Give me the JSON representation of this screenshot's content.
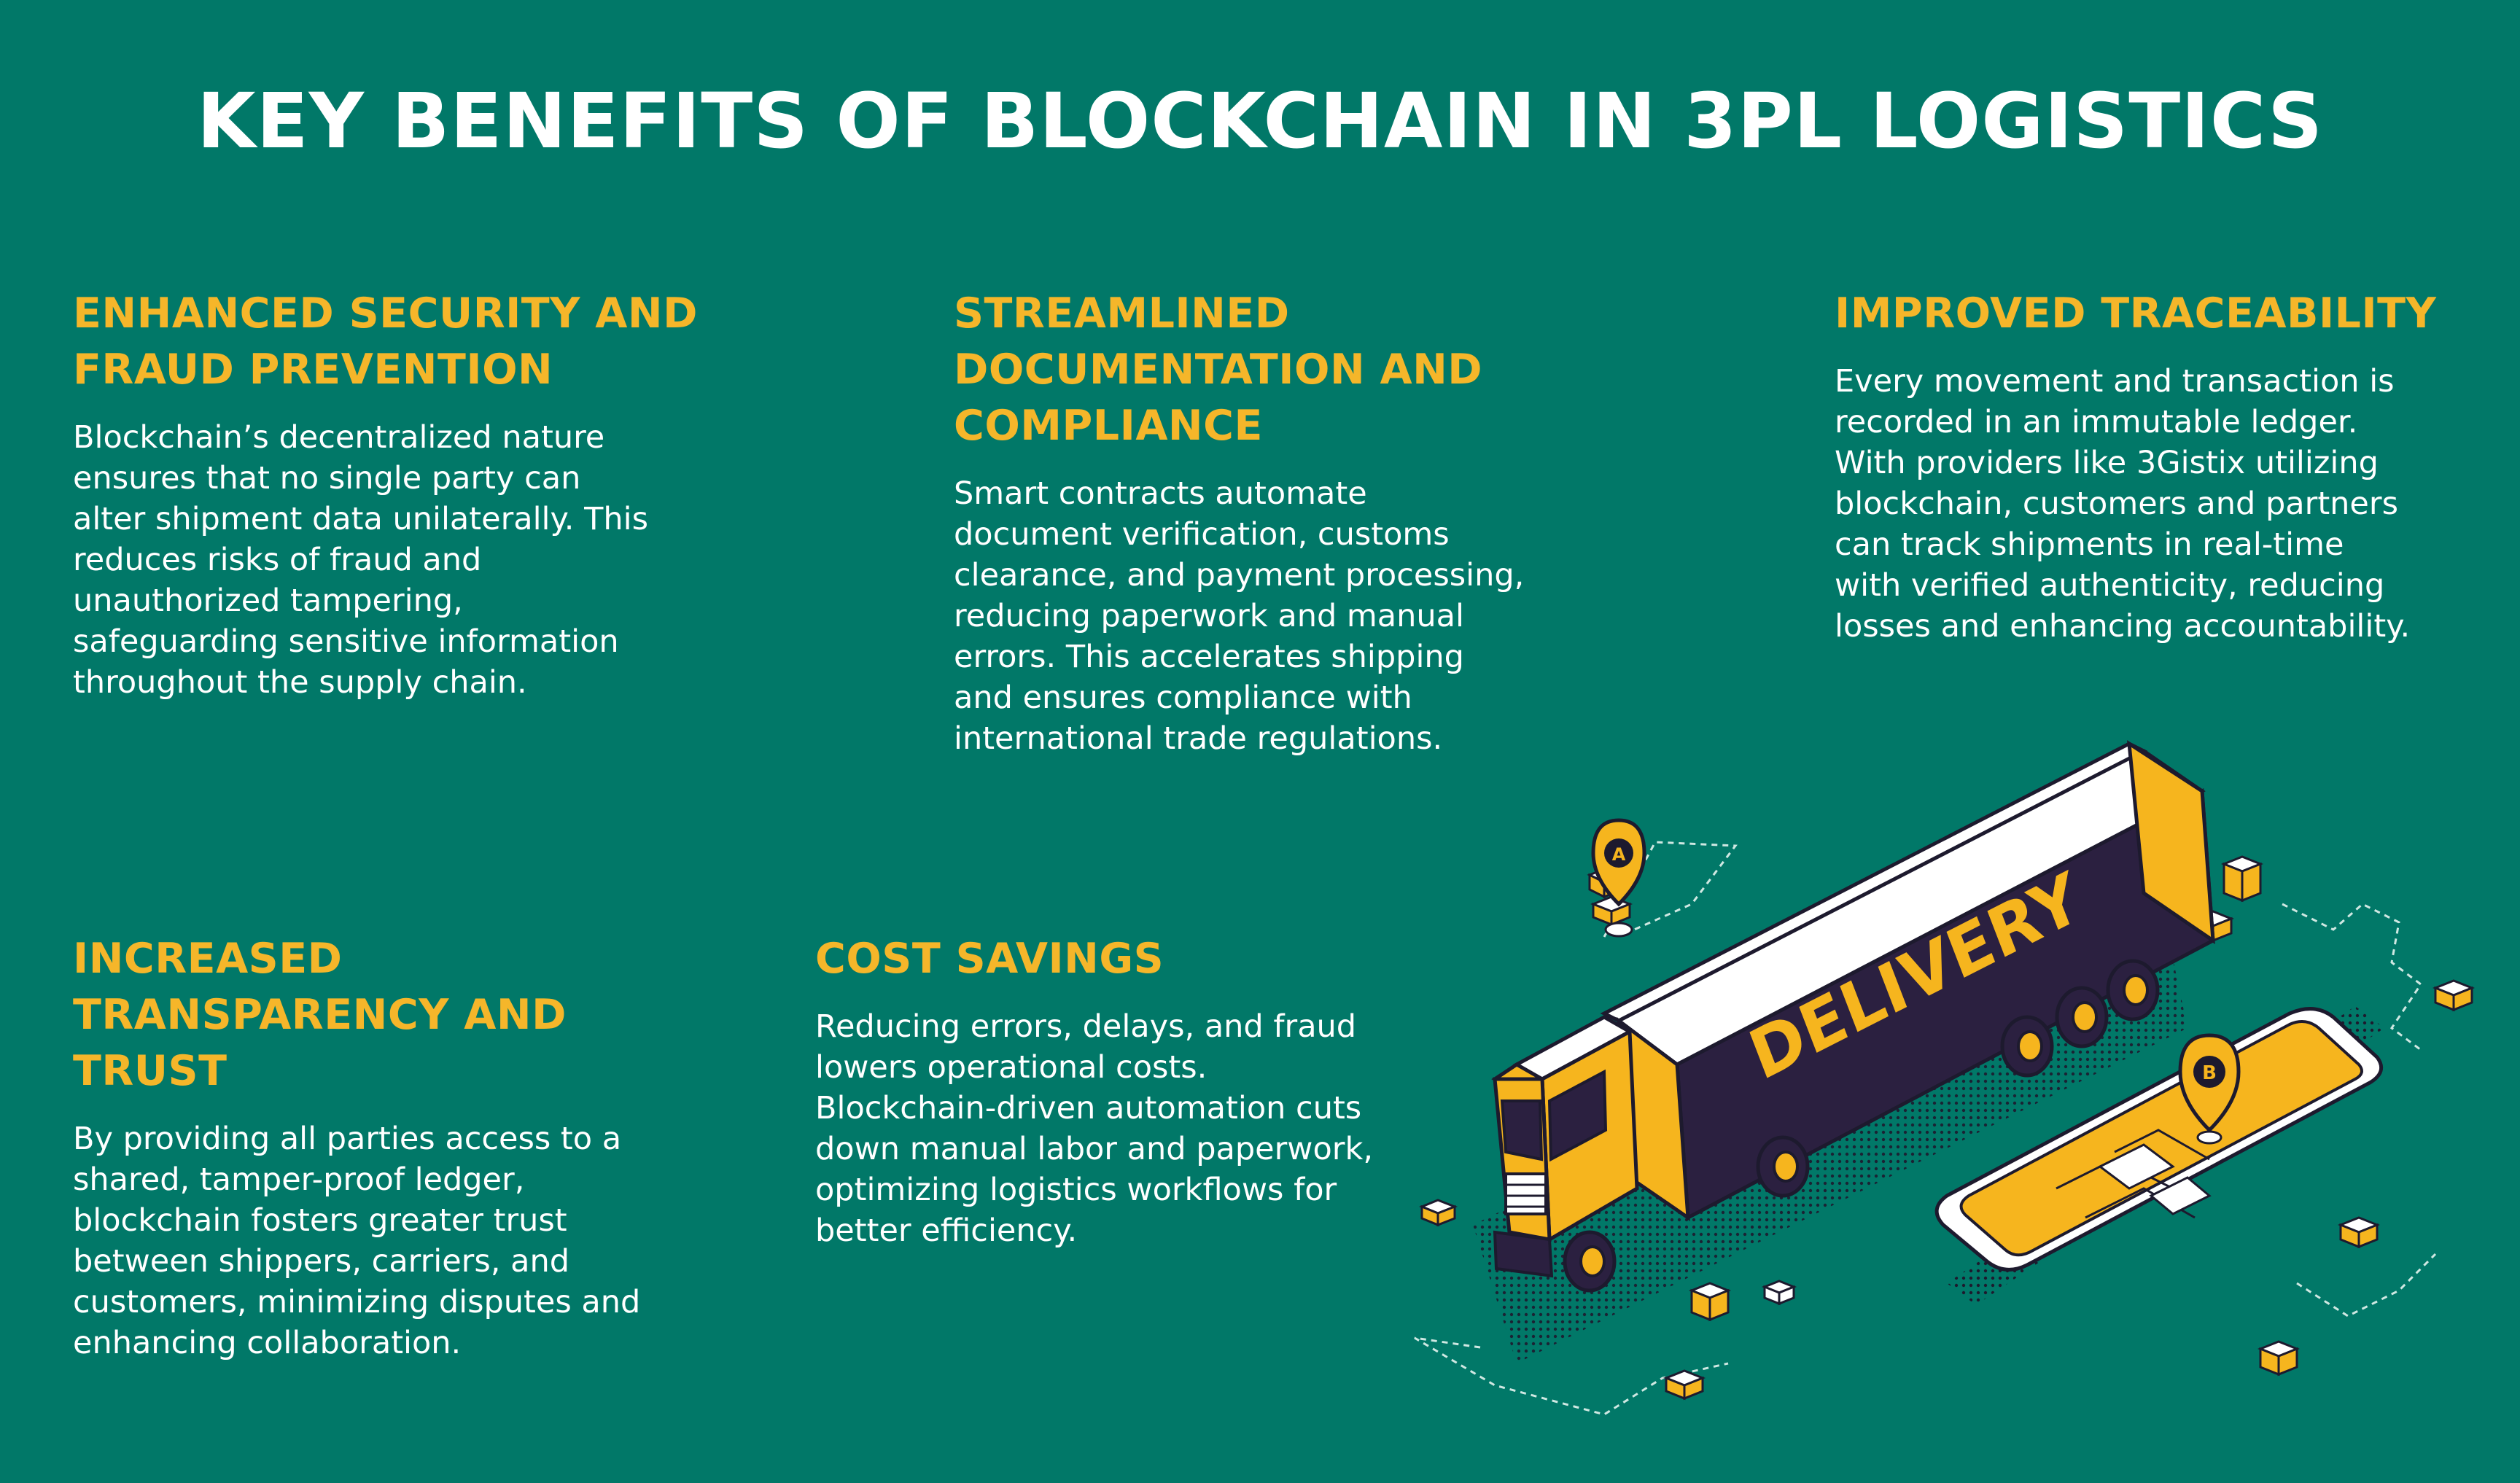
{
  "title": "KEY BENEFITS OF BLOCKCHAIN IN 3PL LOGISTICS",
  "benefits": [
    {
      "heading_lines": [
        "ENHANCED SECURITY AND",
        "FRAUD PREVENTION"
      ],
      "body_lines": [
        "Blockchain’s decentralized nature",
        "ensures that no single party can",
        "alter shipment data unilaterally. This",
        "reduces risks of fraud and",
        "unauthorized tampering,",
        "safeguarding sensitive information",
        "throughout the supply chain."
      ]
    },
    {
      "heading_lines": [
        "STREAMLINED",
        "DOCUMENTATION AND",
        "COMPLIANCE"
      ],
      "body_lines": [
        "Smart contracts automate",
        "document verification, customs",
        "clearance, and payment processing,",
        "reducing paperwork and manual",
        "errors. This accelerates shipping",
        "and ensures compliance with",
        "international trade regulations."
      ]
    },
    {
      "heading_lines": [
        "IMPROVED TRACEABILITY"
      ],
      "body_lines": [
        "Every movement and transaction is",
        "recorded in an immutable ledger.",
        "With providers like 3Gistix utilizing",
        "blockchain, customers and partners",
        "can track shipments in real-time",
        "with verified authenticity, reducing",
        "losses and enhancing accountability."
      ]
    },
    {
      "heading_lines": [
        "INCREASED",
        "TRANSPARENCY AND",
        "TRUST"
      ],
      "body_lines": [
        "By providing all parties access to a",
        "shared, tamper-proof ledger,",
        "blockchain fosters greater trust",
        "between shippers, carriers, and",
        "customers, minimizing disputes and",
        "enhancing collaboration."
      ]
    },
    {
      "heading_lines": [
        "COST SAVINGS"
      ],
      "body_lines": [
        "Reducing errors, delays, and fraud",
        "lowers operational costs.",
        "Blockchain-driven automation cuts",
        "down manual labor and paperwork,",
        "optimizing logistics workflows for",
        "better efficiency."
      ]
    }
  ],
  "illustration": {
    "trailer_text": "DELIVERY",
    "pin_a_label": "A",
    "pin_b_label": "B"
  },
  "colors": {
    "background": "#017868",
    "heading": "#f5b62a",
    "text": "#ffffff",
    "dark": "#2b2040",
    "yellow": "#f6b51e"
  }
}
